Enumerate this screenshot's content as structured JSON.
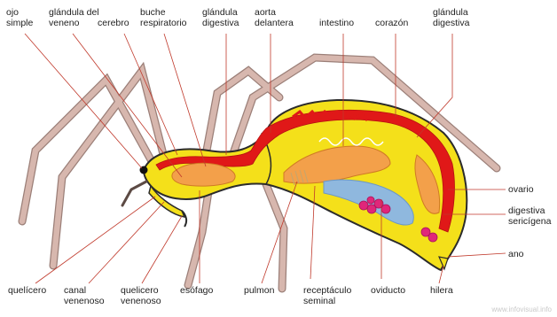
{
  "labels": {
    "ojo_simple": [
      "ojo",
      "simple"
    ],
    "glandula_veneno": [
      "glándula del",
      "veneno"
    ],
    "cerebro": "cerebro",
    "buche_respiratorio": [
      "buche",
      "respiratorio"
    ],
    "glandula_digestiva_top": [
      "glándula",
      "digestiva"
    ],
    "aorta_delantera": [
      "aorta",
      "delantera"
    ],
    "intestino": "intestino",
    "corazon": "corazón",
    "glandula_digestiva_right": [
      "glándula",
      "digestiva"
    ],
    "ovario": "ovario",
    "digestiva_sericigena": [
      "digestiva",
      "sericígena"
    ],
    "ano": "ano",
    "quelicero": "quelícero",
    "canal_venenoso": [
      "canal",
      "venenoso"
    ],
    "quelicero_venenoso": [
      "quelicero",
      "venenoso"
    ],
    "esofago": "esófago",
    "pulmon": "pulmon",
    "receptaculo_seminal": [
      "receptáculo",
      "seminal"
    ],
    "oviducto": "oviducto",
    "hilera": "hilera"
  },
  "watermark": "www.infovisual.info",
  "colors": {
    "leg": "#d7b7ae",
    "leg_edge": "#9b7f78",
    "body_yellow": "#f4e01a",
    "outline": "#2b2b2b",
    "aorta_red": "#e01818",
    "digestive_orange": "#f3a04a",
    "ovary_pink": "#e0267a",
    "oviduct_blue": "#8fb8de",
    "leader_line": "#c0392b"
  }
}
